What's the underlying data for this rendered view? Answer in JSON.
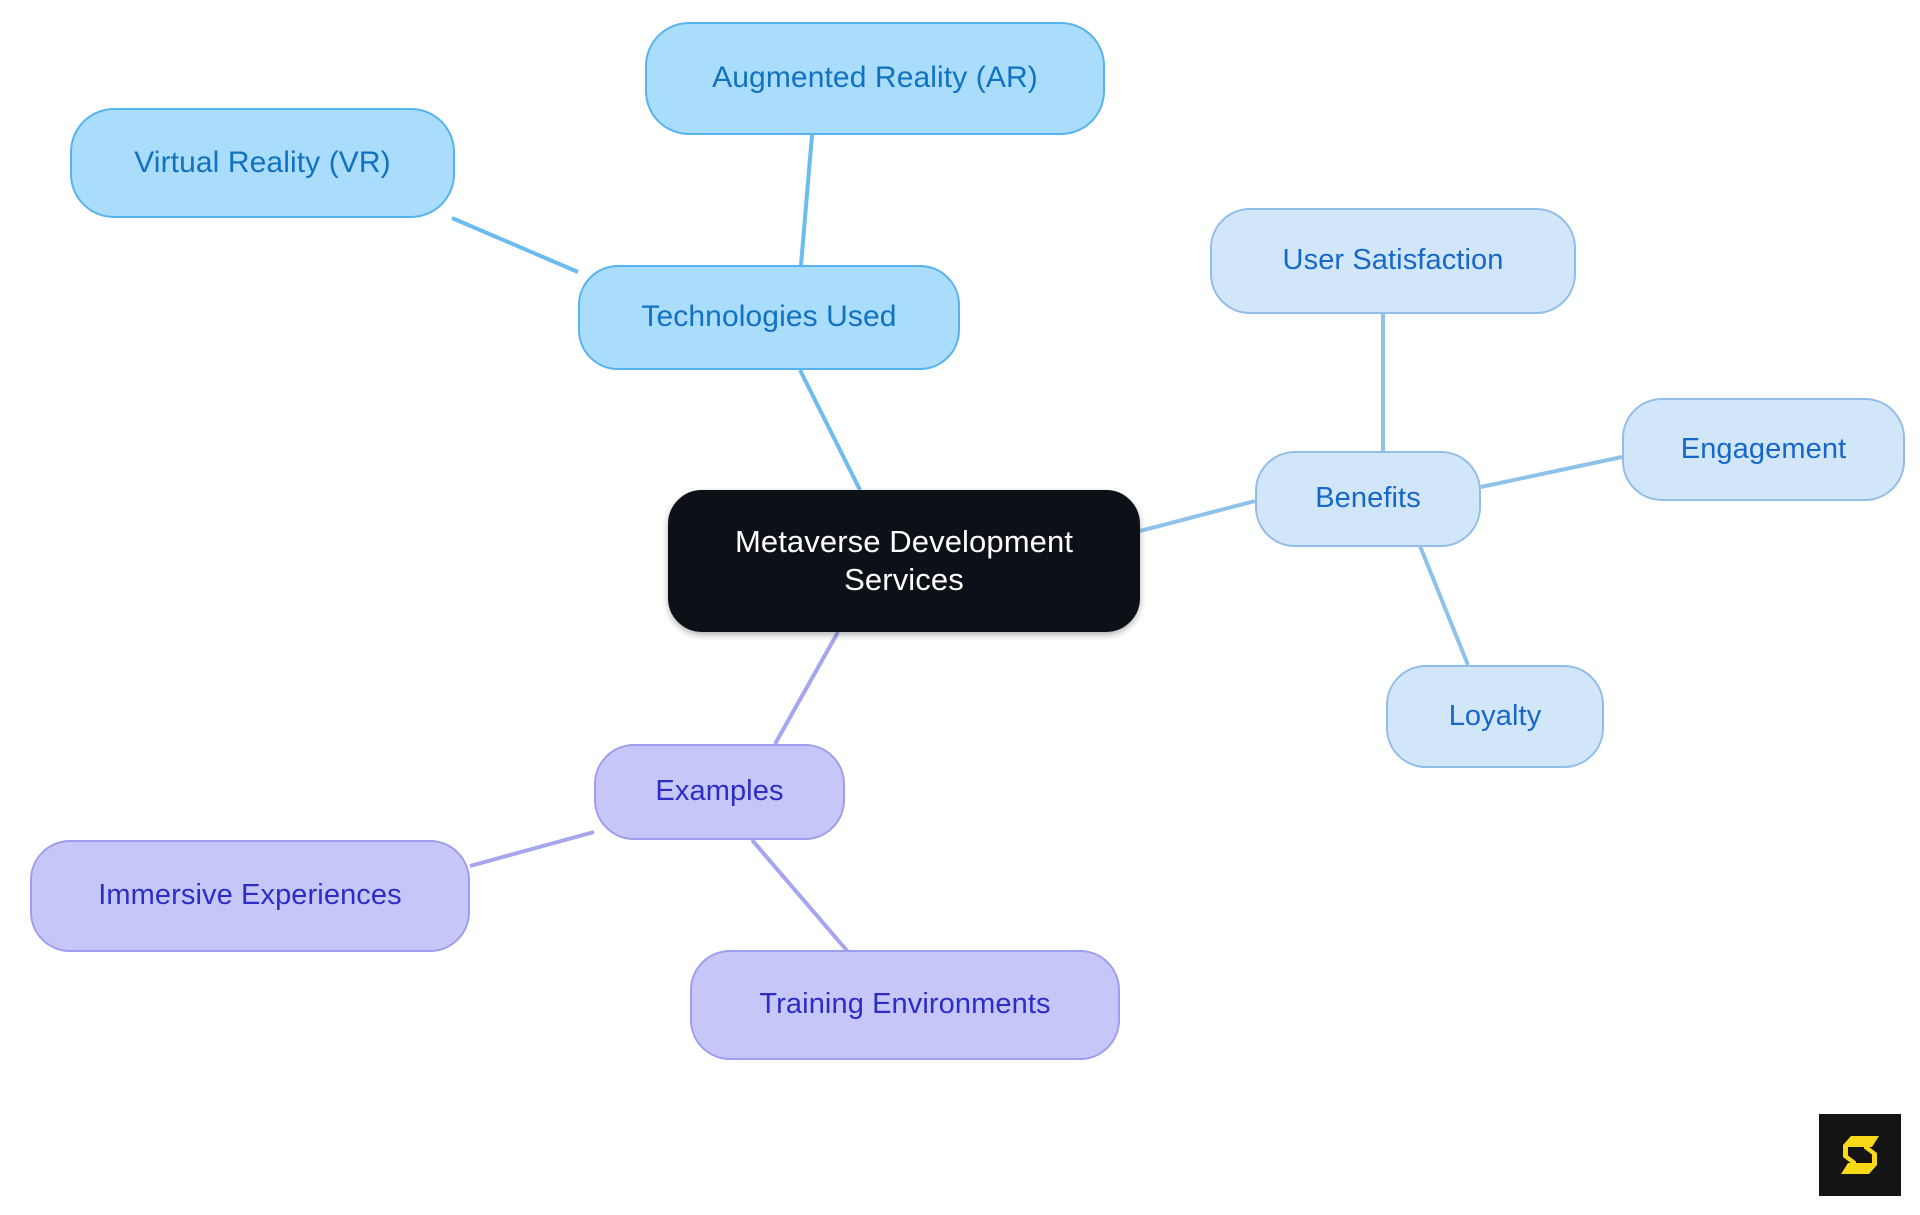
{
  "diagram": {
    "type": "mindmap",
    "title": "Metaverse Development Services",
    "root": {
      "id": "root",
      "label": "Metaverse Development\nServices",
      "color_fill": "#0d1117",
      "color_text": "#ffffff"
    },
    "branches": [
      {
        "id": "technologies",
        "label": "Technologies Used",
        "color_fill": "#aadcfb",
        "color_border": "#57b3ed",
        "color_text": "#1172c0",
        "children": [
          {
            "id": "ar",
            "label": "Augmented Reality (AR)"
          },
          {
            "id": "vr",
            "label": "Virtual Reality (VR)"
          }
        ]
      },
      {
        "id": "benefits",
        "label": "Benefits",
        "color_fill": "#d2e6fa",
        "color_border": "#92bde9",
        "color_text": "#1767c8",
        "children": [
          {
            "id": "user-satisfaction",
            "label": "User Satisfaction"
          },
          {
            "id": "engagement",
            "label": "Engagement"
          },
          {
            "id": "loyalty",
            "label": "Loyalty"
          }
        ]
      },
      {
        "id": "examples",
        "label": "Examples",
        "color_fill": "#c6c6f8",
        "color_border": "#9e9eef",
        "color_text": "#2d2dc6",
        "children": [
          {
            "id": "immersive-experiences",
            "label": "Immersive Experiences"
          },
          {
            "id": "training-environments",
            "label": "Training Environments"
          }
        ]
      }
    ]
  },
  "watermark": {
    "letter": "S",
    "color_background": "#141414",
    "color_mark": "#f7d917"
  }
}
